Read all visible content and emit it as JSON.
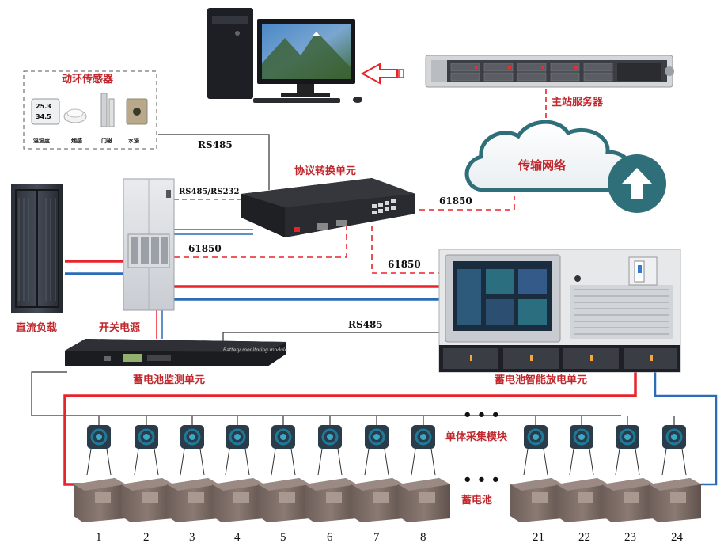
{
  "labels": {
    "sensors_title": "动环传感器",
    "sensor_items": [
      "温湿度",
      "烟感",
      "门磁",
      "水浸"
    ],
    "sensor_display": [
      "25.3",
      "34.5"
    ],
    "main_server": "主站服务器",
    "network": "传输网络",
    "protocol_unit": "协议转换单元",
    "dc_load": "直流负载",
    "switch_power": "开关电源",
    "battery_monitor": "蓄电池监测单元",
    "battery_monitor_panel": "Battery monitoring module",
    "discharge_unit": "蓄电池智能放电单元",
    "cell_module": "单体采集模块",
    "battery": "蓄电池",
    "dots_top": "• • •",
    "dots_bottom": "• • •"
  },
  "links": {
    "rs485_top": "RS485",
    "rs485_232": "RS485/RS232",
    "iec_left": "61850",
    "iec_right_top": "61850",
    "iec_right_mid": "61850",
    "rs485_mid": "RS485"
  },
  "battery_numbers": [
    "1",
    "2",
    "3",
    "4",
    "5",
    "6",
    "7",
    "8",
    "21",
    "22",
    "23",
    "24"
  ],
  "colors": {
    "red_line": "#e8232a",
    "blue_line": "#2b6cb8",
    "label_red": "#c0282d",
    "module_teal": "#1f7a9a"
  }
}
